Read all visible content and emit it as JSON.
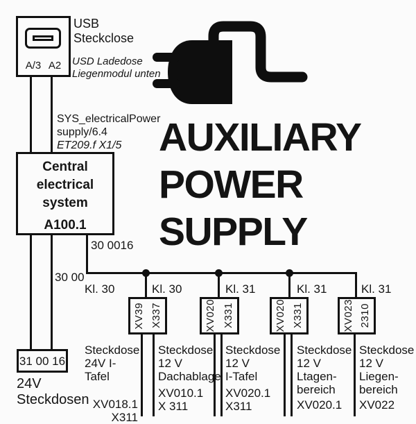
{
  "colors": {
    "ink": "#111111",
    "background": "#fbfbfb"
  },
  "title": {
    "line1": "AUXILIARY",
    "line2": "POWER",
    "line3": "SUPPLY"
  },
  "icons": {
    "plug": "power-plug-icon"
  },
  "usb_module": {
    "pin_left": "A/3",
    "pin_right": "A2",
    "label_line1": "USB",
    "label_line2": "Steckclose",
    "note_line1": "USD Ladedose",
    "note_line2": "Liegenmodul unten"
  },
  "sys_note": {
    "line1": "SYS_electricalPower",
    "line2": "supply/6.4",
    "line3": "ET209.f X1/5"
  },
  "central_unit": {
    "name_line1": "Central",
    "name_line2": "electrical",
    "name_line3": "system",
    "code": "A100.1"
  },
  "wire_codes": {
    "bus_code": "30 0016",
    "branch_code": "30 00"
  },
  "kl_labels": {
    "k0": "Kl. 30",
    "k1": "Kl. 30",
    "k2": "Kl. 31",
    "k3": "Kl. 31",
    "k4": "Kl. 31"
  },
  "connector_boxes": [
    {
      "left_code": "XV39",
      "right_code": "X337"
    },
    {
      "left_code": "XV020",
      "right_code": "X331"
    },
    {
      "left_code": "XV020",
      "right_code": "X331"
    },
    {
      "left_code": "XV023",
      "right_code": "2310"
    }
  ],
  "outlets": [
    {
      "l1": "Steckdose",
      "l2": "24V I-Tafel",
      "l3": "",
      "l4": "",
      "r1": "XV018.1",
      "r2": "X311"
    },
    {
      "l1": "Steckdose",
      "l2": "12 V",
      "l3": "Dachablage",
      "l4": "",
      "r1": "XV010.1",
      "r2": "X 311"
    },
    {
      "l1": "Steckdose",
      "l2": "12 V",
      "l3": "I-Tafel",
      "l4": "",
      "r1": "XV020.1",
      "r2": "X311"
    },
    {
      "l1": "Steckdose",
      "l2": "12 V",
      "l3": "Ltagen-",
      "l4": "bereich",
      "r1": "XV020.1",
      "r2": ""
    },
    {
      "l1": "Steckdose",
      "l2": "12 V",
      "l3": "Liegen-",
      "l4": "bereich",
      "r1": "XV022",
      "r2": ""
    }
  ],
  "battery_box": {
    "code": "31 00 16",
    "label_line1": "24V",
    "label_line2": "Steckdosen"
  }
}
